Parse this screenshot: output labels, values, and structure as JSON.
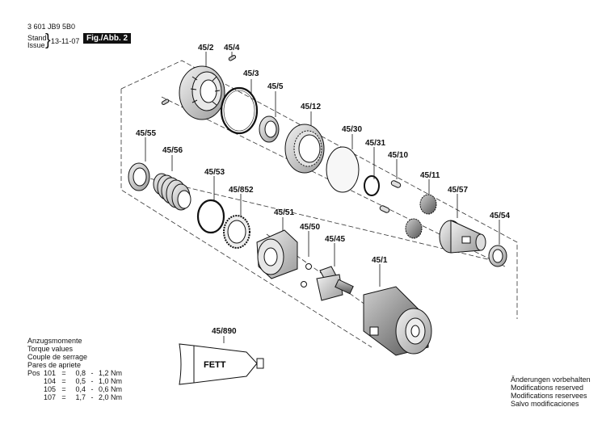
{
  "header": {
    "doc_number": "3 601 JB9 5B0",
    "stand_label": "Stand",
    "issue_label": "Issue",
    "date": "13-11-07",
    "figure_label": "Fig./Abb. 2"
  },
  "parts": {
    "p45_2": "45/2",
    "p45_4": "45/4",
    "p45_3": "45/3",
    "p45_5": "45/5",
    "p45_12": "45/12",
    "p45_30": "45/30",
    "p45_31": "45/31",
    "p45_10": "45/10",
    "p45_11": "45/11",
    "p45_57": "45/57",
    "p45_54": "45/54",
    "p45_55": "45/55",
    "p45_56": "45/56",
    "p45_53": "45/53",
    "p45_852": "45/852",
    "p45_51": "45/51",
    "p45_50": "45/50",
    "p45_45": "45/45",
    "p45_1": "45/1",
    "p45_890": "45/890"
  },
  "tube_label": "FETT",
  "torque": {
    "titles": [
      "Anzugsmomente",
      "Torque values",
      "Couple de serrage",
      "Pares de apriete"
    ],
    "pos_label": "Pos",
    "rows": [
      {
        "pos": "101",
        "eq": "=",
        "min": "0,8",
        "dash": "-",
        "max": "1,2 Nm"
      },
      {
        "pos": "104",
        "eq": "=",
        "min": "0,5",
        "dash": "-",
        "max": "1,0 Nm"
      },
      {
        "pos": "105",
        "eq": "=",
        "min": "0,4",
        "dash": "-",
        "max": "0,6 Nm"
      },
      {
        "pos": "107",
        "eq": "=",
        "min": "1,7",
        "dash": "-",
        "max": "2,0 Nm"
      }
    ]
  },
  "footer": {
    "lines": [
      "Änderungen vorbehalten",
      "Modifications reserved",
      "Modifications reservees",
      "Salvo modificaciones"
    ]
  }
}
